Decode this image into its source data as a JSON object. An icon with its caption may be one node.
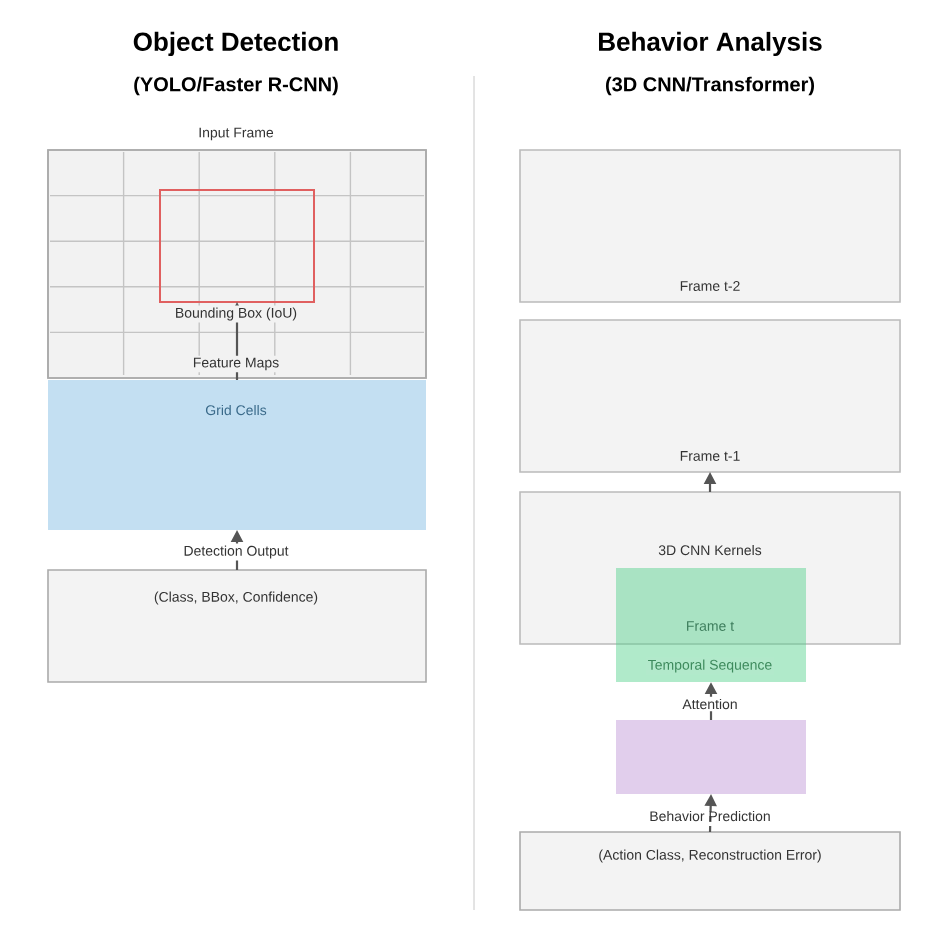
{
  "diagram": {
    "nodes": [
      {
        "text": [
          "Input Frame",
          "Feature Maps"
        ]
      },
      {
        "text": [],
        "shape": "box",
        "in": 0,
        "beside": [
          "Bounding Box (IoU)"
        ]
      },
      {
        "text": [
          "Grid Cells"
        ]
      },
      {
        "text": [
          "Detection Output",
          "(Class, BBox, Confidence)"
        ]
      },
      {
        "text": [
          "Frame t-2"
        ]
      },
      {
        "text": [
          "Frame t-1"
        ]
      },
      {
        "text": [
          "3D CNN Kernels"
        ]
      },
      {
        "text": [
          "Frame t",
          "Temporal Sequence"
        ]
      },
      {
        "text": [
          "Attention"
        ]
      },
      {
        "text": [
          "Behavior Prediction",
          "(Action Class, Reconstruction Error)"
        ]
      }
    ],
    "edges": [
      {
        "from": 2,
        "to": 1,
        "arrow": "to"
      },
      {
        "from": 3,
        "to": 2,
        "arrow": "to"
      },
      {
        "from": 6,
        "to": 5,
        "arrow": "to"
      },
      {
        "from": 8,
        "to": 7,
        "arrow": "to"
      },
      {
        "from": 9,
        "to": 8,
        "arrow": "to",
        "style": "dashed"
      }
    ],
    "labels": [
      "Object Detection",
      "(YOLO/Faster R-CNN)",
      "Behavior Analysis",
      "(3D CNN/Transformer)"
    ]
  }
}
